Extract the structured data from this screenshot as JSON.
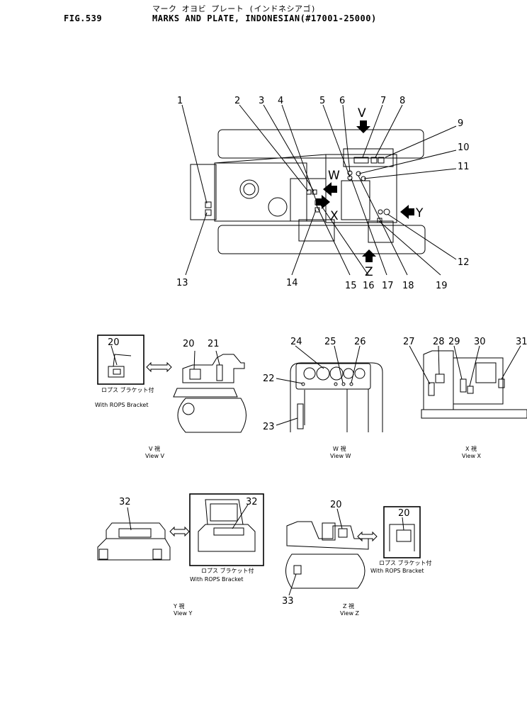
{
  "header": {
    "fig_no": "FIG.539",
    "title_jp": "マーク オヨビ プレート (インドネシアゴ)",
    "title_en": "MARKS AND PLATE, INDONESIAN(#17001-25000)"
  },
  "main_view": {
    "callouts_top": [
      "1",
      "2",
      "3",
      "4",
      "5",
      "6",
      "7",
      "8"
    ],
    "callouts_right": [
      "9",
      "10",
      "11",
      "12"
    ],
    "callouts_bottom": [
      "13",
      "14",
      "15",
      "16",
      "17",
      "18",
      "19"
    ],
    "view_letters": {
      "v": "V",
      "w": "W",
      "x": "X",
      "y": "Y",
      "z": "Z"
    }
  },
  "view_v": {
    "inset_label": "20",
    "callouts": [
      "20",
      "21"
    ],
    "inset_caption_jp": "ロプス ブラケット付",
    "inset_caption_en": "With ROPS Bracket",
    "caption_jp": "V 視",
    "caption_en": "View V"
  },
  "view_w": {
    "callouts": [
      "22",
      "23",
      "24",
      "25",
      "26"
    ],
    "caption_jp": "W 視",
    "caption_en": "View W"
  },
  "view_x": {
    "callouts": [
      "27",
      "28",
      "29",
      "30",
      "31"
    ],
    "caption_jp": "X 視",
    "caption_en": "View X"
  },
  "view_y": {
    "callouts": [
      "32",
      "32"
    ],
    "inset_caption_jp": "ロプス ブラケット付",
    "inset_caption_en": "With ROPS Bracket",
    "caption_jp": "Y 視",
    "caption_en": "View Y"
  },
  "view_z": {
    "callouts": [
      "20",
      "33",
      "20"
    ],
    "inset_caption_jp": "ロプス ブラケット付",
    "inset_caption_en": "With ROPS Bracket",
    "caption_jp": "Z 視",
    "caption_en": "View Z"
  }
}
